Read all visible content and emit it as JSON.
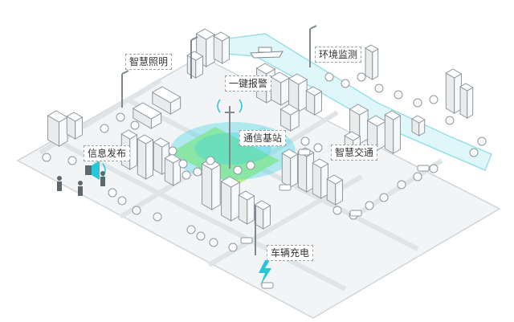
{
  "labels": {
    "lighting": "智慧照明",
    "alarm": "一键报警",
    "environment": "环境监测",
    "base_station": "通信基站",
    "info": "信息发布",
    "traffic": "智慧交通",
    "charging": "车辆充电"
  },
  "colors": {
    "background": "#ffffff",
    "ground": "#f2f4f5",
    "road_edge": "#cfd5d8",
    "river": "#dff7fb",
    "river_edge": "#9adfe8",
    "park": "#aef06c",
    "signal": "#33d1e6",
    "building": "#ffffff",
    "building_edge": "#8e979c",
    "charge_bolt": "#27c7d9"
  },
  "icons": [
    "lamp-post-icon",
    "cell-tower-icon",
    "signal-wave-icon",
    "speaker-icon",
    "lightning-bolt-icon",
    "tree-icon",
    "car-icon",
    "boat-icon",
    "person-icon"
  ]
}
